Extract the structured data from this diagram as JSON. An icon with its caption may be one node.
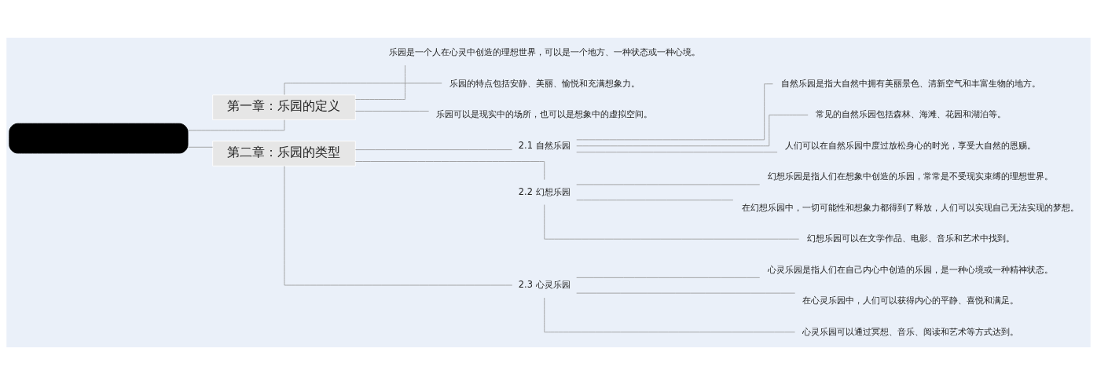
{
  "diagram": {
    "nodes": [
      {
        "text": [],
        "shape": "box"
      },
      {
        "text": [
          "第一章：乐园的定义"
        ]
      },
      {
        "text": [
          "乐园是一个人在心灵中创造的理想世界，可以是一个地方、一种状态或一种心境。"
        ]
      },
      {
        "text": [
          "乐园的特点包括安静、美丽、愉悦和充满想象力。"
        ]
      },
      {
        "text": [
          "乐园可以是现实中的场所，也可以是想象中的虚拟空间。"
        ]
      },
      {
        "text": [
          "第二章：乐园的类型"
        ]
      },
      {
        "text": [
          "2.1 自然乐园"
        ]
      },
      {
        "text": [
          "自然乐园是指大自然中拥有美丽景色、清新空气和丰富生物的地方。"
        ]
      },
      {
        "text": [
          "常见的自然乐园包括森林、海滩、花园和湖泊等。"
        ]
      },
      {
        "text": [
          "人们可以在自然乐园中度过放松身心的时光，享受大自然的恩赐。"
        ]
      },
      {
        "text": [
          "2.2 幻想乐园"
        ]
      },
      {
        "text": [
          "幻想乐园是指人们在想象中创造的乐园，常常是不受现实束缚的理想世界。"
        ]
      },
      {
        "text": [
          "在幻想乐园中，一切可能性和想象力都得到了释放，人们可以实现自己无法实现的梦想。"
        ]
      },
      {
        "text": [
          "幻想乐园可以在文学作品、电影、音乐和艺术中找到。"
        ]
      },
      {
        "text": [
          "2.3 心灵乐园"
        ]
      },
      {
        "text": [
          "心灵乐园是指人们在自己内心中创造的乐园，是一种心境或一种精神状态。"
        ]
      },
      {
        "text": [
          "在心灵乐园中，人们可以获得内心的平静、喜悦和满足。"
        ]
      },
      {
        "text": [
          "心灵乐园可以通过冥想、音乐、阅读和艺术等方式达到。"
        ]
      }
    ],
    "edges": [
      {
        "from": 0,
        "to": 1,
        "arrow": "none"
      },
      {
        "from": 1,
        "to": 2,
        "arrow": "none"
      },
      {
        "from": 1,
        "to": 3,
        "arrow": "none"
      },
      {
        "from": 1,
        "to": 4,
        "arrow": "none"
      },
      {
        "from": 0,
        "to": 5,
        "arrow": "none"
      },
      {
        "from": 5,
        "to": 6,
        "arrow": "none"
      },
      {
        "from": 6,
        "to": 7,
        "arrow": "none"
      },
      {
        "from": 6,
        "to": 8,
        "arrow": "none"
      },
      {
        "from": 6,
        "to": 9,
        "arrow": "none"
      },
      {
        "from": 5,
        "to": 10,
        "arrow": "none"
      },
      {
        "from": 10,
        "to": 11,
        "arrow": "none"
      },
      {
        "from": 10,
        "to": 12,
        "arrow": "none"
      },
      {
        "from": 10,
        "to": 13,
        "arrow": "none"
      },
      {
        "from": 5,
        "to": 14,
        "arrow": "none"
      },
      {
        "from": 14,
        "to": 15,
        "arrow": "none"
      },
      {
        "from": 14,
        "to": 16,
        "arrow": "none"
      },
      {
        "from": 14,
        "to": 17,
        "arrow": "none"
      }
    ]
  }
}
